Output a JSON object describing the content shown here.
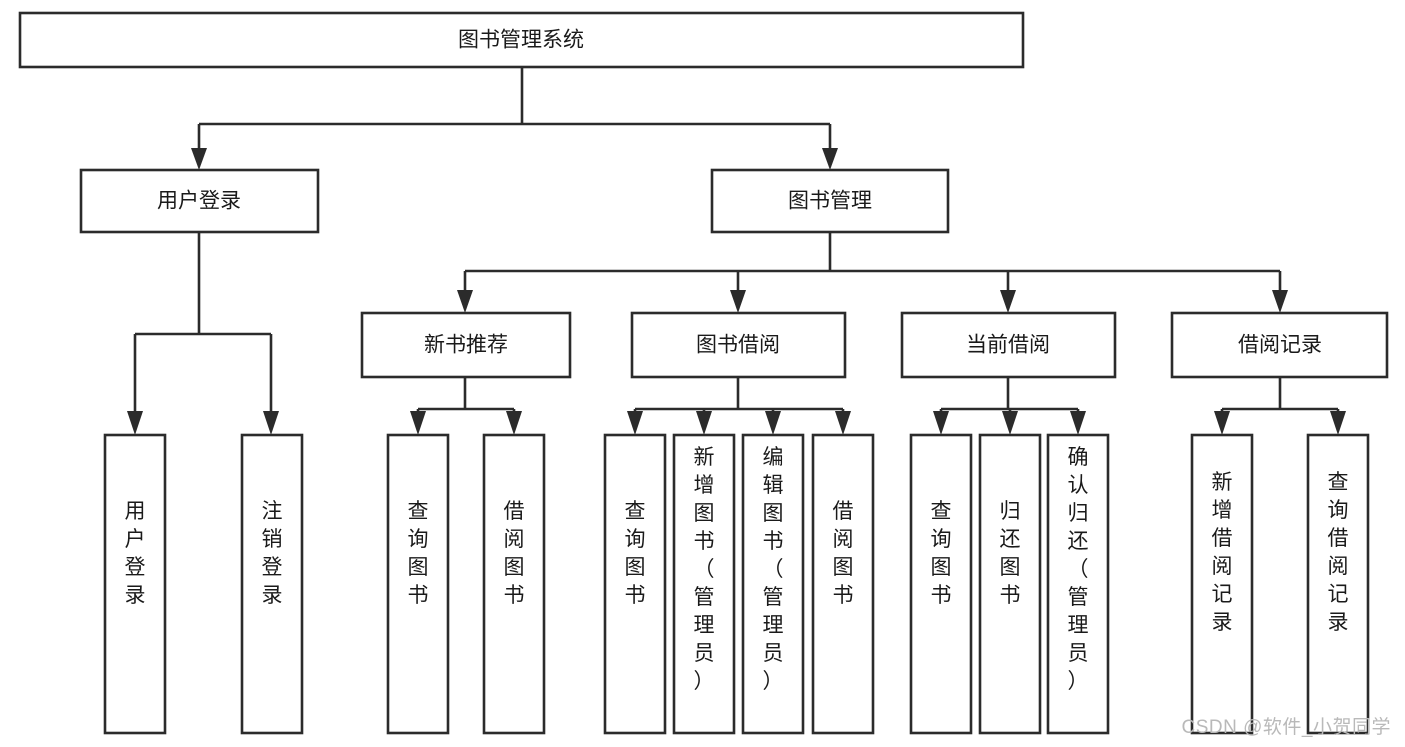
{
  "diagram": {
    "title": "图书管理系统",
    "type": "tree-hierarchy",
    "root": {
      "id": "root",
      "label": "图书管理系统"
    },
    "level2": [
      {
        "id": "user-login",
        "label": "用户登录"
      },
      {
        "id": "book-management",
        "label": "图书管理"
      }
    ],
    "level3": [
      {
        "id": "new-book-recommend",
        "label": "新书推荐"
      },
      {
        "id": "book-borrow",
        "label": "图书借阅"
      },
      {
        "id": "current-borrow",
        "label": "当前借阅"
      },
      {
        "id": "borrow-record",
        "label": "借阅记录"
      }
    ],
    "leaves": [
      {
        "id": "leaf-user-login",
        "label": "用户登录",
        "parent": "user-login"
      },
      {
        "id": "leaf-logout",
        "label": "注销登录",
        "parent": "user-login"
      },
      {
        "id": "leaf-query-book-1",
        "label": "查询图书",
        "parent": "new-book-recommend"
      },
      {
        "id": "leaf-borrow-book-1",
        "label": "借阅图书",
        "parent": "new-book-recommend"
      },
      {
        "id": "leaf-query-book-2",
        "label": "查询图书",
        "parent": "book-borrow"
      },
      {
        "id": "leaf-add-book",
        "label": "新增图书（管理员）",
        "parent": "book-borrow"
      },
      {
        "id": "leaf-edit-book",
        "label": "编辑图书（管理员）",
        "parent": "book-borrow"
      },
      {
        "id": "leaf-borrow-book-2",
        "label": "借阅图书",
        "parent": "book-borrow"
      },
      {
        "id": "leaf-query-book-3",
        "label": "查询图书",
        "parent": "current-borrow"
      },
      {
        "id": "leaf-return-book",
        "label": "归还图书",
        "parent": "current-borrow"
      },
      {
        "id": "leaf-confirm-return",
        "label": "确认归还（管理员）",
        "parent": "current-borrow"
      },
      {
        "id": "leaf-add-record",
        "label": "新增借阅记录",
        "parent": "borrow-record"
      },
      {
        "id": "leaf-query-record",
        "label": "查询借阅记录",
        "parent": "borrow-record"
      }
    ],
    "colors": {
      "stroke": "#2b2b2b",
      "fill": "#ffffff",
      "text": "#1a1a1a",
      "watermark": "#b9b9b9"
    }
  },
  "watermark": {
    "text": "CSDN @软件_小贺同学"
  }
}
